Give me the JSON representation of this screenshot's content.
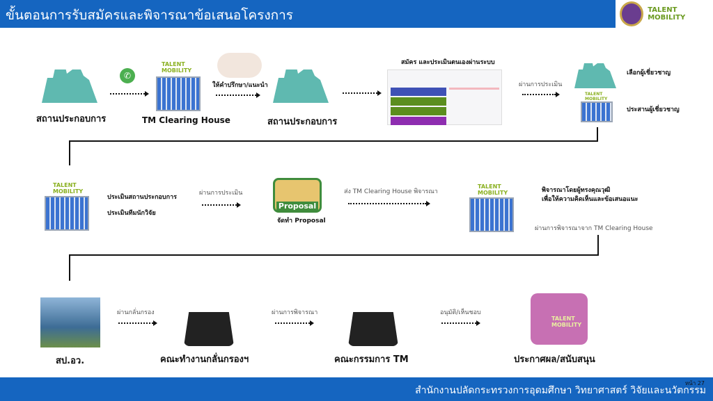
{
  "header": {
    "title": "ขั้นตอนการรับสมัครและพิจารณาข้อเสนอโครงการ",
    "logo_text": "TALENT MOBILITY"
  },
  "row1": {
    "company1": "สถานประกอบการ",
    "clearing": "TM Clearing House",
    "advise": "ให้คำปรึกษา/แนะนำ",
    "company2": "สถานประกอบการ",
    "apply": "สมัคร และประเมินตนเองผ่านระบบ",
    "pass": "ผ่านการประเมิน",
    "select_expert": "เลือกผู้เชี่ยวชาญ",
    "coordinate_expert": "ประสานผู้เชี่ยวชาญ"
  },
  "row2": {
    "eval_company": "ประเมินสถานประกอบการ",
    "eval_team": "ประเมินทีมนักวิจัย",
    "pass": "ผ่านการประเมิน",
    "proposal_badge": "Proposal",
    "proposal": "จัดทำ Proposal",
    "send": "ส่ง TM Clearing House พิจารณา",
    "review1": "พิจารณาโดยผู้ทรงคุณวุฒิ",
    "review2": "เพื่อให้ความคิดเห็นและข้อเสนอแนะ",
    "passed_review": "ผ่านการพิจารณาจาก TM Clearing House"
  },
  "row3": {
    "ops": "สป.อว.",
    "screen": "ผ่านกลั่นกรอง",
    "screen_team": "คณะทำงานกลั่นกรองฯ",
    "considered": "ผ่านการพิจารณา",
    "committee": "คณะกรรมการ TM",
    "approve": "อนุมัติ/เห็นชอบ",
    "announce": "ประกาศผล/สนับสนุน"
  },
  "footer": {
    "page": "หน้า 27",
    "org": "สำนักงานปลัดกระทรวงการอุดมศึกษา วิทยาศาสตร์ วิจัยและนวัตกรรม"
  },
  "colors": {
    "brand": "#1565c0",
    "accent": "#8ab020"
  }
}
